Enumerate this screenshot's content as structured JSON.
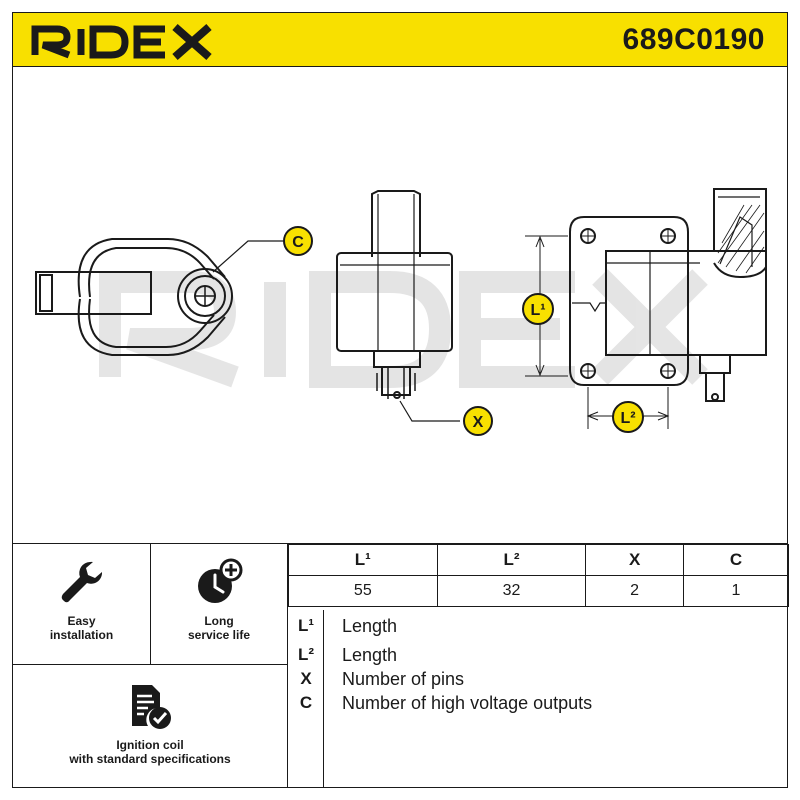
{
  "header": {
    "brand": "RIDEX",
    "part_number": "689C0190",
    "accent_color": "#f8e000"
  },
  "drawing": {
    "watermark": "RIDEX",
    "callouts": {
      "c": "C",
      "x": "X",
      "l1": "L¹",
      "l2": "L²"
    }
  },
  "features": [
    {
      "icon": "wrench-icon",
      "label_line1": "Easy",
      "label_line2": "installation"
    },
    {
      "icon": "clock-plus-icon",
      "label_line1": "Long",
      "label_line2": "service life"
    },
    {
      "icon": "document-check-icon",
      "label_line1": "Ignition coil",
      "label_line2": "with standard specifications"
    }
  ],
  "dimensions": {
    "headers": [
      "L¹",
      "L²",
      "X",
      "C"
    ],
    "values": [
      "55",
      "32",
      "2",
      "1"
    ]
  },
  "legend": [
    {
      "key": "L¹",
      "text": "Length"
    },
    {
      "key": "L²",
      "text": "Length"
    },
    {
      "key": "X",
      "text": "Number of pins"
    },
    {
      "key": "C",
      "text": "Number of high voltage outputs"
    }
  ]
}
